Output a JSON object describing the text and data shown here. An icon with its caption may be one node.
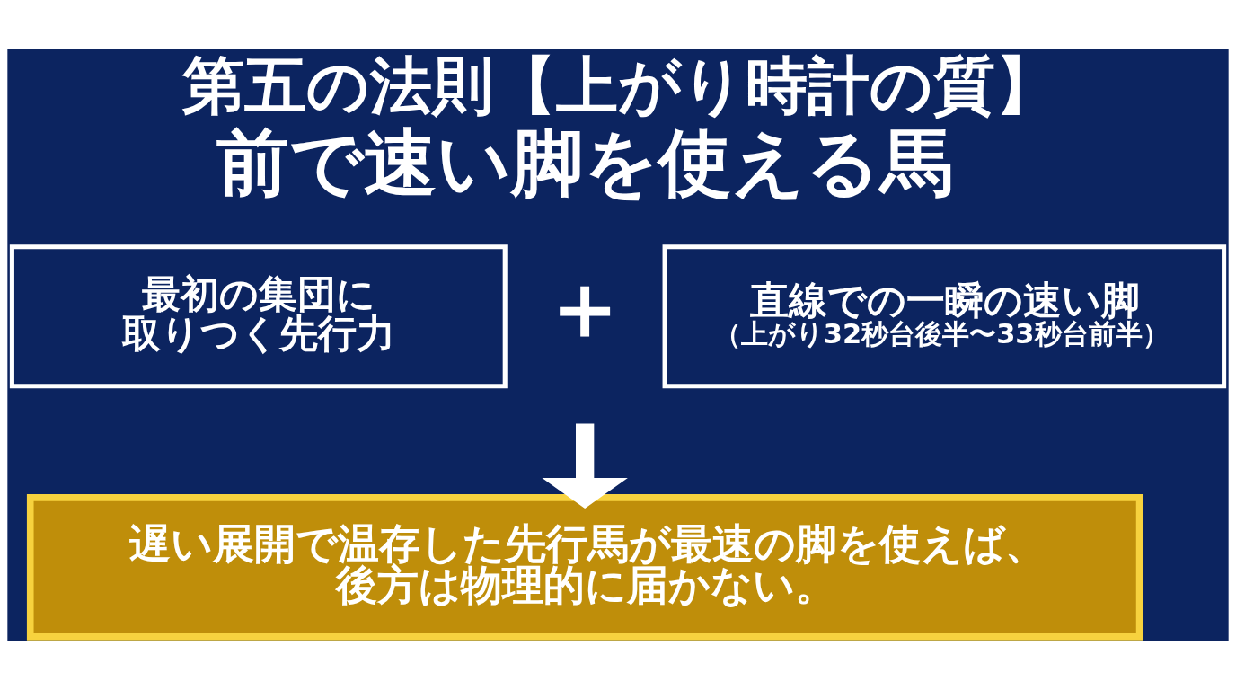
{
  "diagram": {
    "title": "第五の法則【上がり時計の質】",
    "nodes": [
      {
        "text": [
          "最初の集団に取りつく先行力"
        ]
      },
      {
        "text": [
          "直線での一瞬の速い脚",
          "（上がり32秒台後半〜33秒台前半）"
        ]
      },
      {
        "text": [
          "遅い展開で温存した先行馬が最速の脚を使えば、後方は物理的に届かない。"
        ]
      }
    ],
    "edges": [
      {
        "from": null,
        "to": 2,
        "arrow": "to"
      }
    ],
    "labels": [
      "前で速い脚を使える馬",
      "＋"
    ]
  }
}
